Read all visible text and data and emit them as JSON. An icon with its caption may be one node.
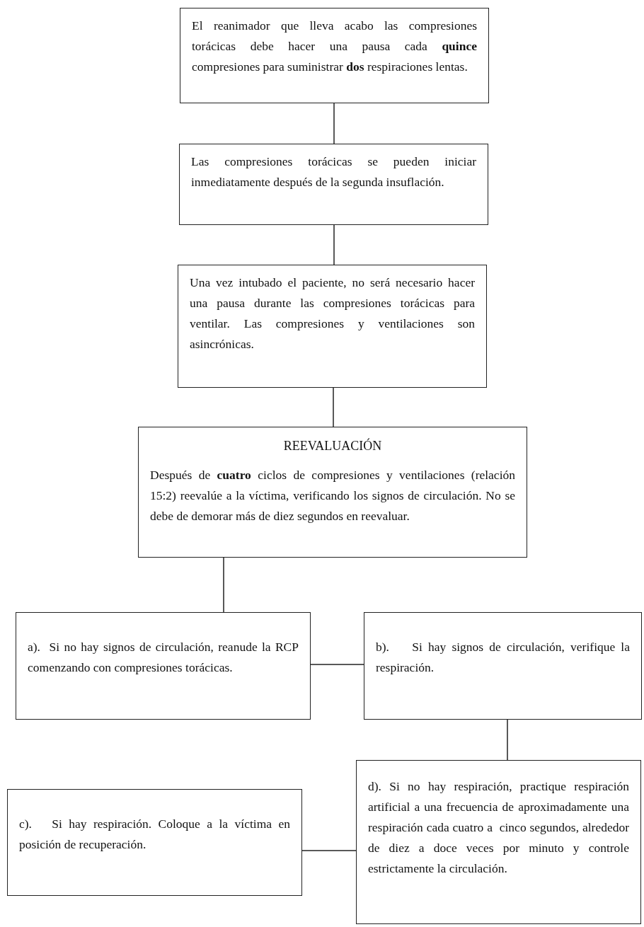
{
  "diagram": {
    "nodes": [
      {
        "text": [
          "El reanimador que lleva acabo las compresiones torácicas debe hacer una pausa cada **quince** compresiones para suministrar **dos** respiraciones lentas."
        ]
      },
      {
        "text": [
          "Las compresiones torácicas se pueden iniciar inmediatamente después de la segunda insuflación."
        ]
      },
      {
        "text": [
          "Una vez intubado el paciente, no será necesario hacer una pausa durante las compresiones torácicas para ventilar. Las compresiones y ventilaciones son asincrónicas."
        ]
      },
      {
        "text": [
          "REEVALUACIÓN",
          "Después de **cuatro** ciclos de compresiones y ventilaciones (relación 15:2) reevalúe a la víctima, verificando los signos de circulación. No se debe de demorar más de diez segundos en reevaluar."
        ]
      },
      {
        "text": [
          "a).  Si no hay signos de circulación, reanude la RCP comenzando con compresiones torácicas."
        ]
      },
      {
        "text": [
          "b).    Si hay signos de circulación, verifique la respiración."
        ]
      },
      {
        "text": [
          "c).   Si hay respiración. Coloque a la víctima en posición de recuperación."
        ]
      },
      {
        "text": [
          "d). Si no hay respiración, practique respiración artificial a una frecuencia de aproximadamente una respiración cada cuatro a  cinco segundos, alrededor de diez a doce veces por minuto y controle estrictamente la circulación."
        ]
      }
    ],
    "edges": [
      {
        "from": 0,
        "to": 1,
        "arrow": "none"
      },
      {
        "from": 1,
        "to": 2,
        "arrow": "none"
      },
      {
        "from": 2,
        "to": 3,
        "arrow": "none"
      },
      {
        "from": 3,
        "to": 4,
        "arrow": "none"
      },
      {
        "from": 4,
        "to": 5,
        "arrow": "none"
      },
      {
        "from": 5,
        "to": 7,
        "arrow": "none"
      },
      {
        "from": 6,
        "to": 7,
        "arrow": "none"
      }
    ]
  }
}
